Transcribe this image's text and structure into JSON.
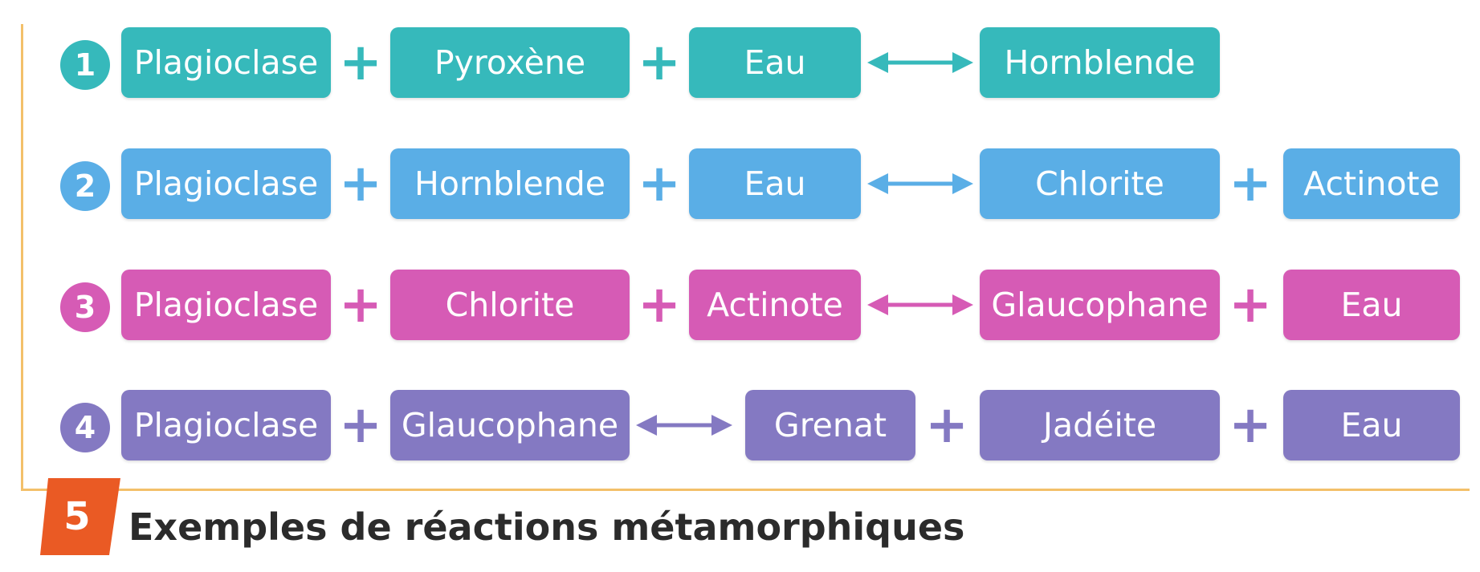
{
  "colors": {
    "frame": "#f3c06a",
    "row1": "#36b9bb",
    "row2": "#5aaee6",
    "row3": "#d65bb5",
    "row4": "#8479c2",
    "badge": "#ea5a24"
  },
  "rows": [
    {
      "number": "1",
      "items": [
        {
          "kind": "box",
          "label": "Plagioclase"
        },
        {
          "kind": "plus",
          "label": "+"
        },
        {
          "kind": "box",
          "label": "Pyroxène"
        },
        {
          "kind": "plus",
          "label": "+"
        },
        {
          "kind": "box",
          "label": "Eau"
        },
        {
          "kind": "arrow"
        },
        {
          "kind": "box",
          "label": "Hornblende"
        }
      ]
    },
    {
      "number": "2",
      "items": [
        {
          "kind": "box",
          "label": "Plagioclase"
        },
        {
          "kind": "plus",
          "label": "+"
        },
        {
          "kind": "box",
          "label": "Hornblende"
        },
        {
          "kind": "plus",
          "label": "+"
        },
        {
          "kind": "box",
          "label": "Eau"
        },
        {
          "kind": "arrow"
        },
        {
          "kind": "box",
          "label": "Chlorite"
        },
        {
          "kind": "plus",
          "label": "+"
        },
        {
          "kind": "box",
          "label": "Actinote"
        }
      ]
    },
    {
      "number": "3",
      "items": [
        {
          "kind": "box",
          "label": "Plagioclase"
        },
        {
          "kind": "plus",
          "label": "+"
        },
        {
          "kind": "box",
          "label": "Chlorite"
        },
        {
          "kind": "plus",
          "label": "+"
        },
        {
          "kind": "box",
          "label": "Actinote"
        },
        {
          "kind": "arrow"
        },
        {
          "kind": "box",
          "label": "Glaucophane"
        },
        {
          "kind": "plus",
          "label": "+"
        },
        {
          "kind": "box",
          "label": "Eau"
        }
      ]
    },
    {
      "number": "4",
      "items": [
        {
          "kind": "box",
          "label": "Plagioclase"
        },
        {
          "kind": "plus",
          "label": "+"
        },
        {
          "kind": "box",
          "label": "Glaucophane"
        },
        {
          "kind": "arrow"
        },
        {
          "kind": "box",
          "label": "Grenat"
        },
        {
          "kind": "plus",
          "label": "+"
        },
        {
          "kind": "box",
          "label": "Jadéite"
        },
        {
          "kind": "plus",
          "label": "+"
        },
        {
          "kind": "box",
          "label": "Eau"
        }
      ]
    }
  ],
  "figure": {
    "number": "5",
    "caption": "Exemples de réactions métamorphiques"
  }
}
